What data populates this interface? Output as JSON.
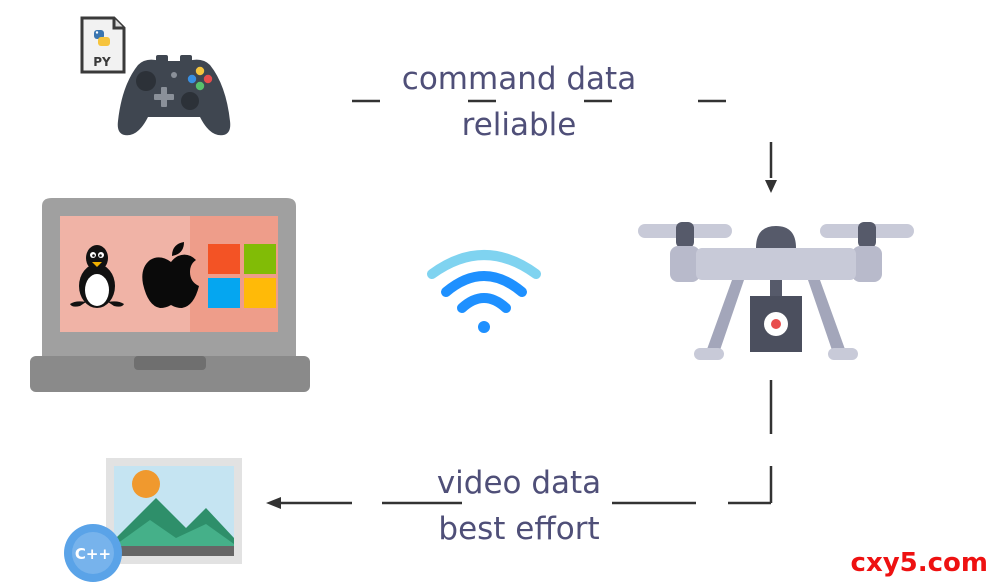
{
  "labels": {
    "command_line1": "command data",
    "command_line2": "reliable",
    "video_line1": "video data",
    "video_line2": "best effort"
  },
  "badges": {
    "python": "PY",
    "cpp": "C++"
  },
  "watermark": "cxy5.com",
  "colors": {
    "text": "#4f4f78",
    "line": "#333333",
    "wifi": "#1e90ff",
    "watermark": "#ee1111"
  },
  "icons": [
    "python-file-icon",
    "gamepad-icon",
    "laptop-icon",
    "linux-icon",
    "apple-icon",
    "windows-icon",
    "wifi-icon",
    "drone-icon",
    "image-icon",
    "cpp-badge-icon"
  ]
}
